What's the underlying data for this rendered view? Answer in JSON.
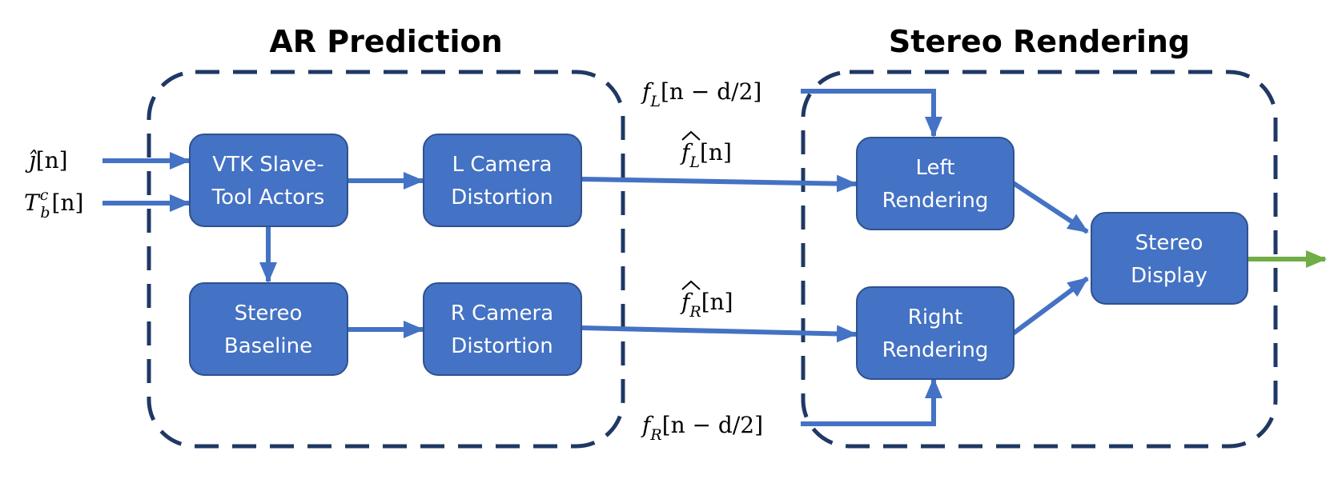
{
  "colors": {
    "box_fill": "#4472c4",
    "box_stroke": "#2f528f",
    "arrow": "#4472c4",
    "output_arrow": "#70ad47",
    "group_border": "#1f3864"
  },
  "groups": {
    "ar_prediction": {
      "title": "AR Prediction"
    },
    "stereo_rendering": {
      "title": "Stereo Rendering"
    }
  },
  "blocks": {
    "vtk_actors": {
      "line1": "VTK Slave-",
      "line2": "Tool Actors"
    },
    "l_camera": {
      "line1": "L Camera",
      "line2": "Distortion"
    },
    "stereo_baseline": {
      "line1": "Stereo",
      "line2": "Baseline"
    },
    "r_camera": {
      "line1": "R Camera",
      "line2": "Distortion"
    },
    "left_render": {
      "line1": "Left",
      "line2": "Rendering"
    },
    "right_render": {
      "line1": "Right",
      "line2": "Rendering"
    },
    "stereo_display": {
      "line1": "Stereo",
      "line2": "Display"
    }
  },
  "signals": {
    "j_hat": {
      "base": "ĵ",
      "args": "[n]"
    },
    "T_bc": {
      "base": "T",
      "sub": "b",
      "sup": "c",
      "args": "[n]"
    },
    "fL_delayed": {
      "base": "f",
      "sub": "L",
      "args": "[n − d/2]"
    },
    "fR_delayed": {
      "base": "f",
      "sub": "R",
      "args": "[n − d/2]"
    },
    "fL_hat": {
      "base": "f",
      "sub": "L",
      "args": "[n]"
    },
    "fR_hat": {
      "base": "f",
      "sub": "R",
      "args": "[n]"
    }
  }
}
